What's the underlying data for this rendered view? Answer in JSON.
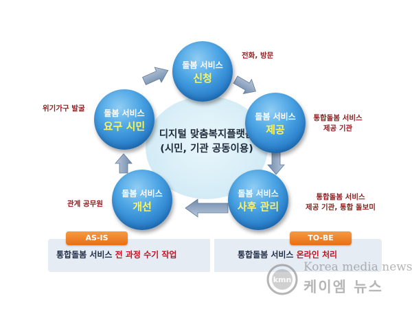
{
  "center": {
    "line1": "디지털 맞춤복지플랫폼",
    "line2": "(시민, 기관 공동이용)"
  },
  "nodes": [
    {
      "line1": "돌봄 서비스",
      "line2": "신청"
    },
    {
      "line1": "돌봄 서비스",
      "line2": "제공"
    },
    {
      "line1": "돌봄 서비스",
      "line2": "사후 관리"
    },
    {
      "line1": "돌봄 서비스",
      "line2": "개선"
    },
    {
      "line1": "돌봄 서비스",
      "line2": "요구 시민"
    }
  ],
  "side_labels": {
    "apply": "전화, 방문",
    "provide_1": "통합돌봄 서비스",
    "provide_2": "제공 기관",
    "aftercare_1": "통합돌봄 서비스",
    "aftercare_2": "제공 기관, 통합 돌보미",
    "improve": "관계 공무원",
    "request": "위기가구 발굴"
  },
  "as_is": {
    "badge": "AS-IS",
    "text_plain": "통합돌봄 서비스 ",
    "text_emphasis": "전 과정 수기 작업"
  },
  "to_be": {
    "badge": "TO-BE",
    "text_plain": "통합돌봄 서비스 ",
    "text_emphasis": "온라인 처리"
  },
  "watermark": {
    "logo_text": "kmn",
    "english": "Korea media news",
    "korean": "케이엠 뉴스"
  },
  "colors": {
    "node_blue": "#2a82d0",
    "node_highlight": "#fff45a",
    "label_red": "#8b1d1d",
    "badge_orange": "#ee7f22",
    "emphasis_red": "#c8101c"
  }
}
